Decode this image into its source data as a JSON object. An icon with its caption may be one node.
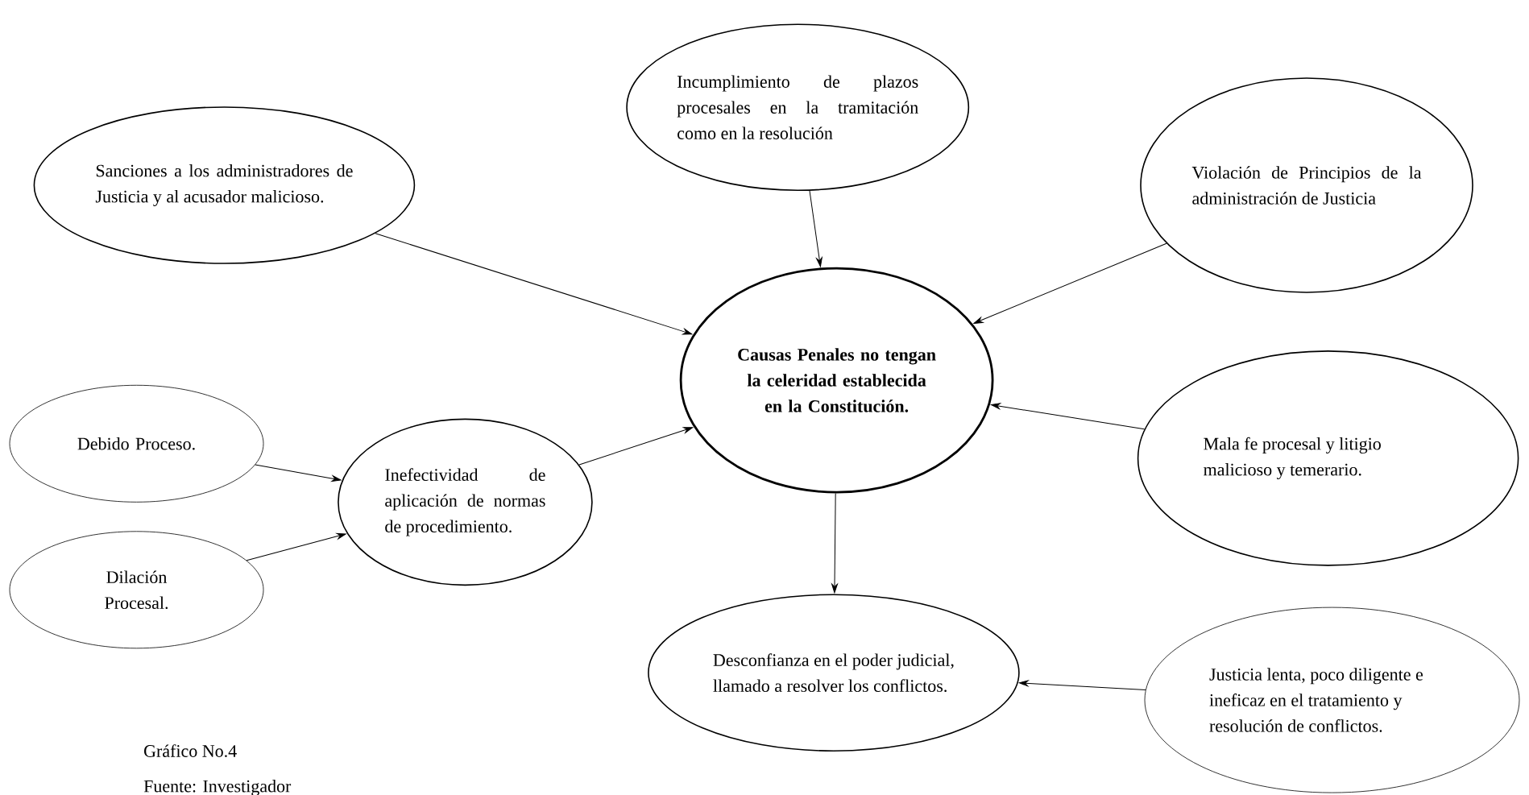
{
  "diagram": {
    "nodes": [
      {
        "text": [
          "Sanciones a los administradores de Justicia y al acusador malicioso."
        ]
      },
      {
        "text": [
          "Incumplimiento de plazos procesales en la tramitación como en la resolución"
        ]
      },
      {
        "text": [
          "Violación de Principios de la administración de Justicia"
        ]
      },
      {
        "text": [
          "Causas Penales no tengan la celeridad establecida en la Constitución."
        ]
      },
      {
        "text": [
          "Debido Proceso."
        ]
      },
      {
        "text": [
          "Dilación Procesal."
        ]
      },
      {
        "text": [
          "Inefectividad de aplicación de normas de procedimiento."
        ]
      },
      {
        "text": [
          "Mala fe procesal y litigio malicioso y temerario."
        ]
      },
      {
        "text": [
          "Desconfianza en el poder judicial, llamado a resolver los conflictos."
        ]
      },
      {
        "text": [
          "Justicia lenta, poco diligente e ineficaz en el tratamiento y resolución de conflictos."
        ]
      }
    ],
    "edges": [
      {
        "from": 0,
        "to": 3,
        "arrow": "to"
      },
      {
        "from": 1,
        "to": 3,
        "arrow": "to"
      },
      {
        "from": 2,
        "to": 3,
        "arrow": "to"
      },
      {
        "from": 6,
        "to": 3,
        "arrow": "to"
      },
      {
        "from": 7,
        "to": 3,
        "arrow": "to"
      },
      {
        "from": 4,
        "to": 6,
        "arrow": "to"
      },
      {
        "from": 5,
        "to": 6,
        "arrow": "to"
      },
      {
        "from": 3,
        "to": 8,
        "arrow": "to"
      },
      {
        "from": 9,
        "to": 8,
        "arrow": "to"
      }
    ],
    "labels": [
      "Gráfico No.4",
      "Fuente: Investigador"
    ]
  }
}
